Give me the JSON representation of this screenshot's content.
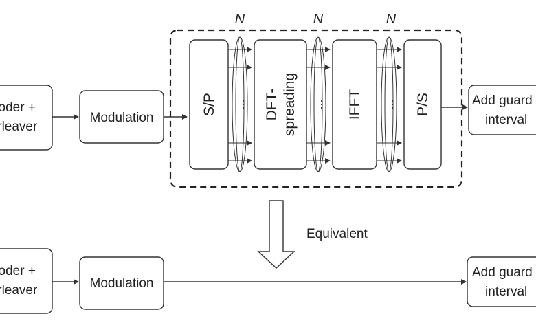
{
  "top_row": {
    "encoder_line1": "coder +",
    "encoder_line2": "erleaver",
    "modulation": "Modulation",
    "sp": "S/P",
    "dft_line1": "DFT-",
    "dft_line2": "spreading",
    "ifft": "IFFT",
    "ps": "P/S",
    "guard_line1": "Add guard",
    "guard_line2": "interval",
    "n_labels": [
      "N",
      "N",
      "N"
    ],
    "dots": [
      "...",
      "...",
      "..."
    ]
  },
  "equivalent_label": "Equivalent",
  "bottom_row": {
    "encoder_line1": "coder +",
    "encoder_line2": "erleaver",
    "modulation": "Modulation",
    "guard_line1": "Add guard",
    "guard_line2": "interval"
  }
}
